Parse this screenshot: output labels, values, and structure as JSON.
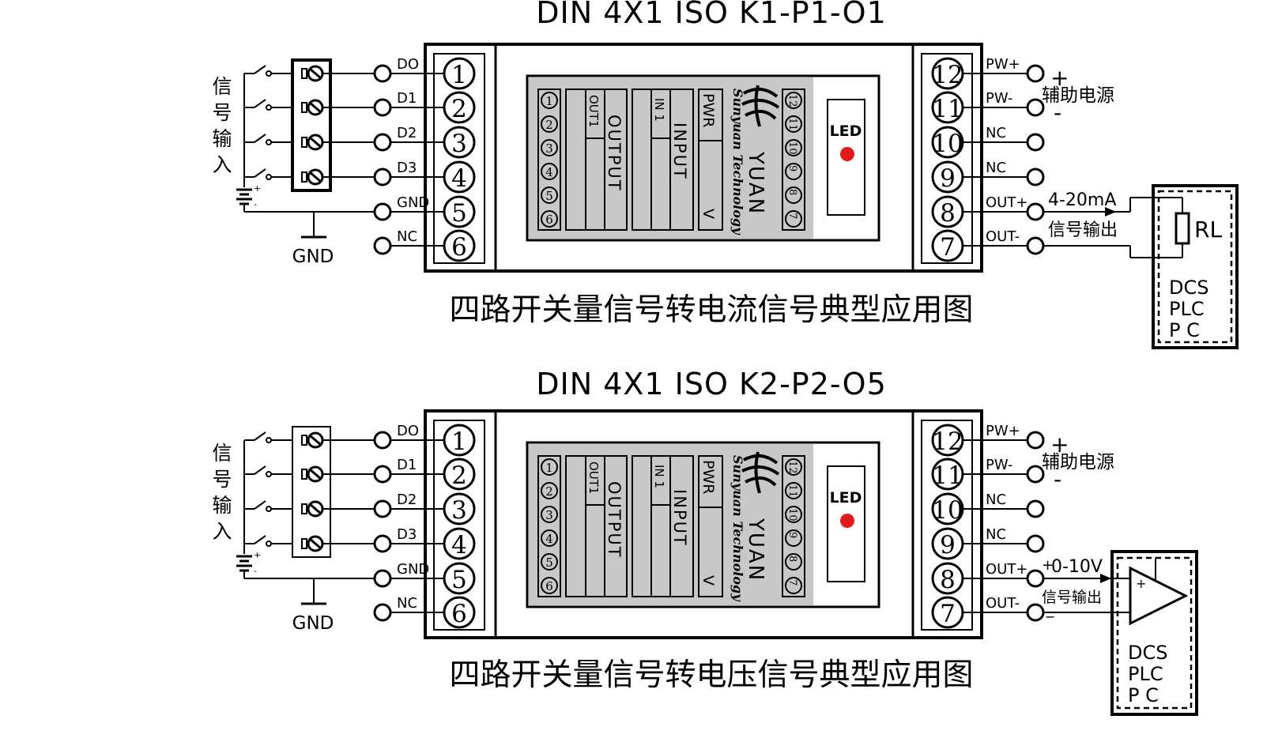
{
  "diagrams": [
    {
      "model_title": "DIN 4X1 ISO K1-P1-O1",
      "caption": "四路开关量信号转电流信号典型应用图",
      "input_label_chars": [
        "信",
        "号",
        "输",
        "入"
      ],
      "left_terminals": [
        {
          "num": "1",
          "label": "DO"
        },
        {
          "num": "2",
          "label": "D1"
        },
        {
          "num": "3",
          "label": "D2"
        },
        {
          "num": "4",
          "label": "D3"
        },
        {
          "num": "5",
          "label": "GND"
        },
        {
          "num": "6",
          "label": "NC"
        }
      ],
      "right_terminals": [
        {
          "num": "12",
          "label": "PW+"
        },
        {
          "num": "11",
          "label": "PW-"
        },
        {
          "num": "10",
          "label": "NC"
        },
        {
          "num": "9",
          "label": "NC"
        },
        {
          "num": "8",
          "label": "OUT+"
        },
        {
          "num": "7",
          "label": "OUT-"
        }
      ],
      "gnd_label": "GND",
      "aux_power": {
        "plus": "+",
        "minus": "-",
        "label": "辅助电源"
      },
      "output_range": "4-20mA",
      "output_label": "信号输出",
      "load_label": "RL",
      "receiver_lines": [
        "DCS",
        "PLC",
        "P   C"
      ]
    },
    {
      "model_title": "DIN 4X1 ISO K2-P2-O5",
      "caption": "四路开关量信号转电压信号典型应用图",
      "input_label_chars": [
        "信",
        "号",
        "输",
        "入"
      ],
      "left_terminals": [
        {
          "num": "1",
          "label": "DO"
        },
        {
          "num": "2",
          "label": "D1"
        },
        {
          "num": "3",
          "label": "D2"
        },
        {
          "num": "4",
          "label": "D3"
        },
        {
          "num": "5",
          "label": "GND"
        },
        {
          "num": "6",
          "label": "NC"
        }
      ],
      "right_terminals": [
        {
          "num": "12",
          "label": "PW+"
        },
        {
          "num": "11",
          "label": "PW-"
        },
        {
          "num": "10",
          "label": "NC"
        },
        {
          "num": "9",
          "label": "NC"
        },
        {
          "num": "8",
          "label": "OUT+"
        },
        {
          "num": "7",
          "label": "OUT-"
        }
      ],
      "gnd_label": "GND",
      "aux_power": {
        "plus": "+",
        "minus": "-",
        "label": "辅助电源"
      },
      "output_range": "0-10V",
      "output_label": "信号输出",
      "amp_plus": "+",
      "amp_minus": "−",
      "receiver_lines": [
        "DCS",
        "PLC",
        "P   C"
      ]
    }
  ],
  "label_panel": {
    "left_pins": [
      "1",
      "2",
      "3",
      "4",
      "5",
      "6"
    ],
    "right_pins": [
      "12",
      "11",
      "10",
      "9",
      "8",
      "7"
    ],
    "out_sub": "OUT1",
    "output_title": "OUTPUT",
    "in_sub": "IN 1",
    "input_title": "INPUT",
    "pwr": "PWR",
    "volt": "V",
    "brand_en": "YUAN",
    "brand_sub": "Sunyuan Technology",
    "led": "LED",
    "led_color": "#e11b1b",
    "panel_color": "#c8c8c8"
  },
  "battery": {
    "plus": "+",
    "minus": "-"
  }
}
